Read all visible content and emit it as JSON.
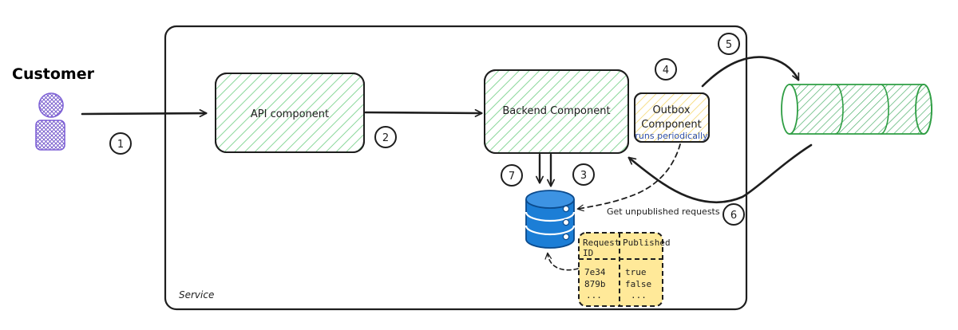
{
  "actor": {
    "label": "Customer"
  },
  "service": {
    "label": "Service"
  },
  "components": {
    "api": "API component",
    "backend": "Backend Component",
    "outbox_title_1": "Outbox",
    "outbox_title_2": "Component",
    "outbox_note": "runs periodically"
  },
  "steps": [
    "1",
    "2",
    "3",
    "4",
    "5",
    "6",
    "7"
  ],
  "edge_labels": {
    "get_unpublished": "Get unpublished requests"
  },
  "table": {
    "headers": [
      "Request ID",
      "Published"
    ],
    "header_lines": [
      "Request",
      "ID"
    ],
    "rows": [
      [
        "7e34",
        "true"
      ],
      [
        "879b",
        "false"
      ],
      [
        "...",
        "..."
      ]
    ]
  },
  "icons": {
    "customer": "person-icon",
    "database": "database-icon",
    "queue": "message-queue-icon"
  },
  "colors": {
    "component_green": "#b2f2bb",
    "component_stroke": "#1e1e1e",
    "outbox_yellow": "#ffec99",
    "database_blue": "#1c7ed6",
    "queue_green": "#2f9e44",
    "customer_purple": "#9775fa",
    "table_fill": "#ffe999",
    "note_blue": "#2f4fa8"
  }
}
